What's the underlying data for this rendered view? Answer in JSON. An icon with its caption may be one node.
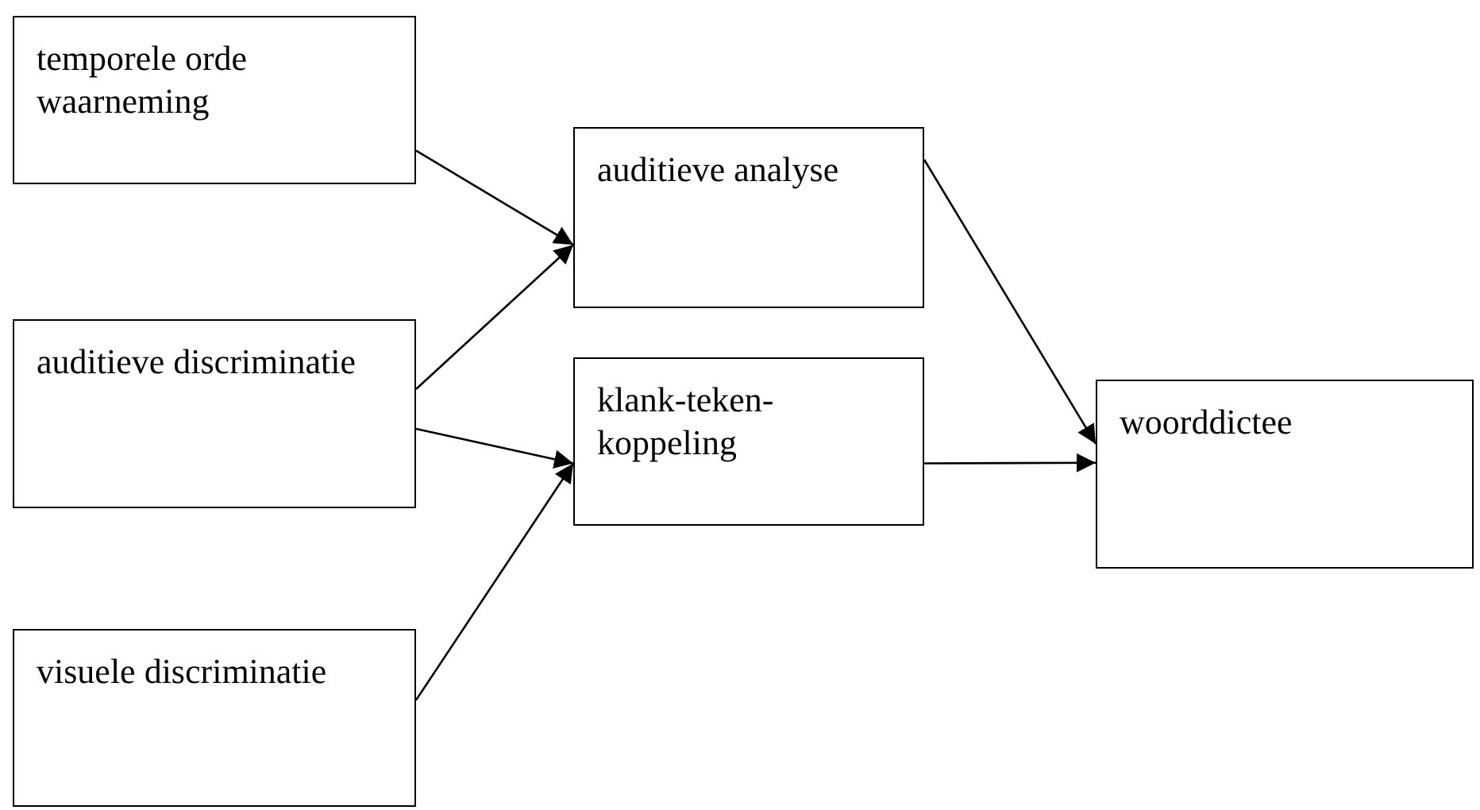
{
  "diagram": {
    "nodes": [
      {
        "text": [
          "temporele orde waarneming"
        ]
      },
      {
        "text": [
          "auditieve discriminatie"
        ]
      },
      {
        "text": [
          "visuele discriminatie"
        ]
      },
      {
        "text": [
          "auditieve analyse"
        ]
      },
      {
        "text": [
          "klank-teken-koppeling"
        ]
      },
      {
        "text": [
          "woorddictee"
        ]
      }
    ],
    "edges": [
      {
        "from": 0,
        "to": 3,
        "arrow": "to"
      },
      {
        "from": 1,
        "to": 3,
        "arrow": "to"
      },
      {
        "from": 1,
        "to": 4,
        "arrow": "to"
      },
      {
        "from": 2,
        "to": 4,
        "arrow": "to"
      },
      {
        "from": 3,
        "to": 5,
        "arrow": "to"
      },
      {
        "from": 4,
        "to": 5,
        "arrow": "to"
      }
    ]
  }
}
